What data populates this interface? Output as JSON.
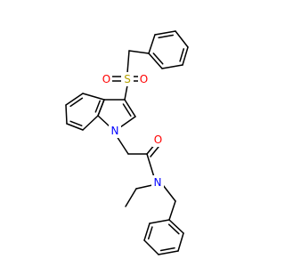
{
  "molecule": {
    "atom_labels": {
      "sulfur": "S",
      "sulfonyl_oxygen_a": "O",
      "sulfonyl_oxygen_b": "O",
      "indole_nitrogen": "N",
      "amide_nitrogen": "N",
      "carbonyl_oxygen": "O"
    },
    "colors": {
      "sulfur": "#b3a100",
      "oxygen": "#ff0000",
      "nitrogen": "#0000ff",
      "bond": "#000000"
    }
  }
}
